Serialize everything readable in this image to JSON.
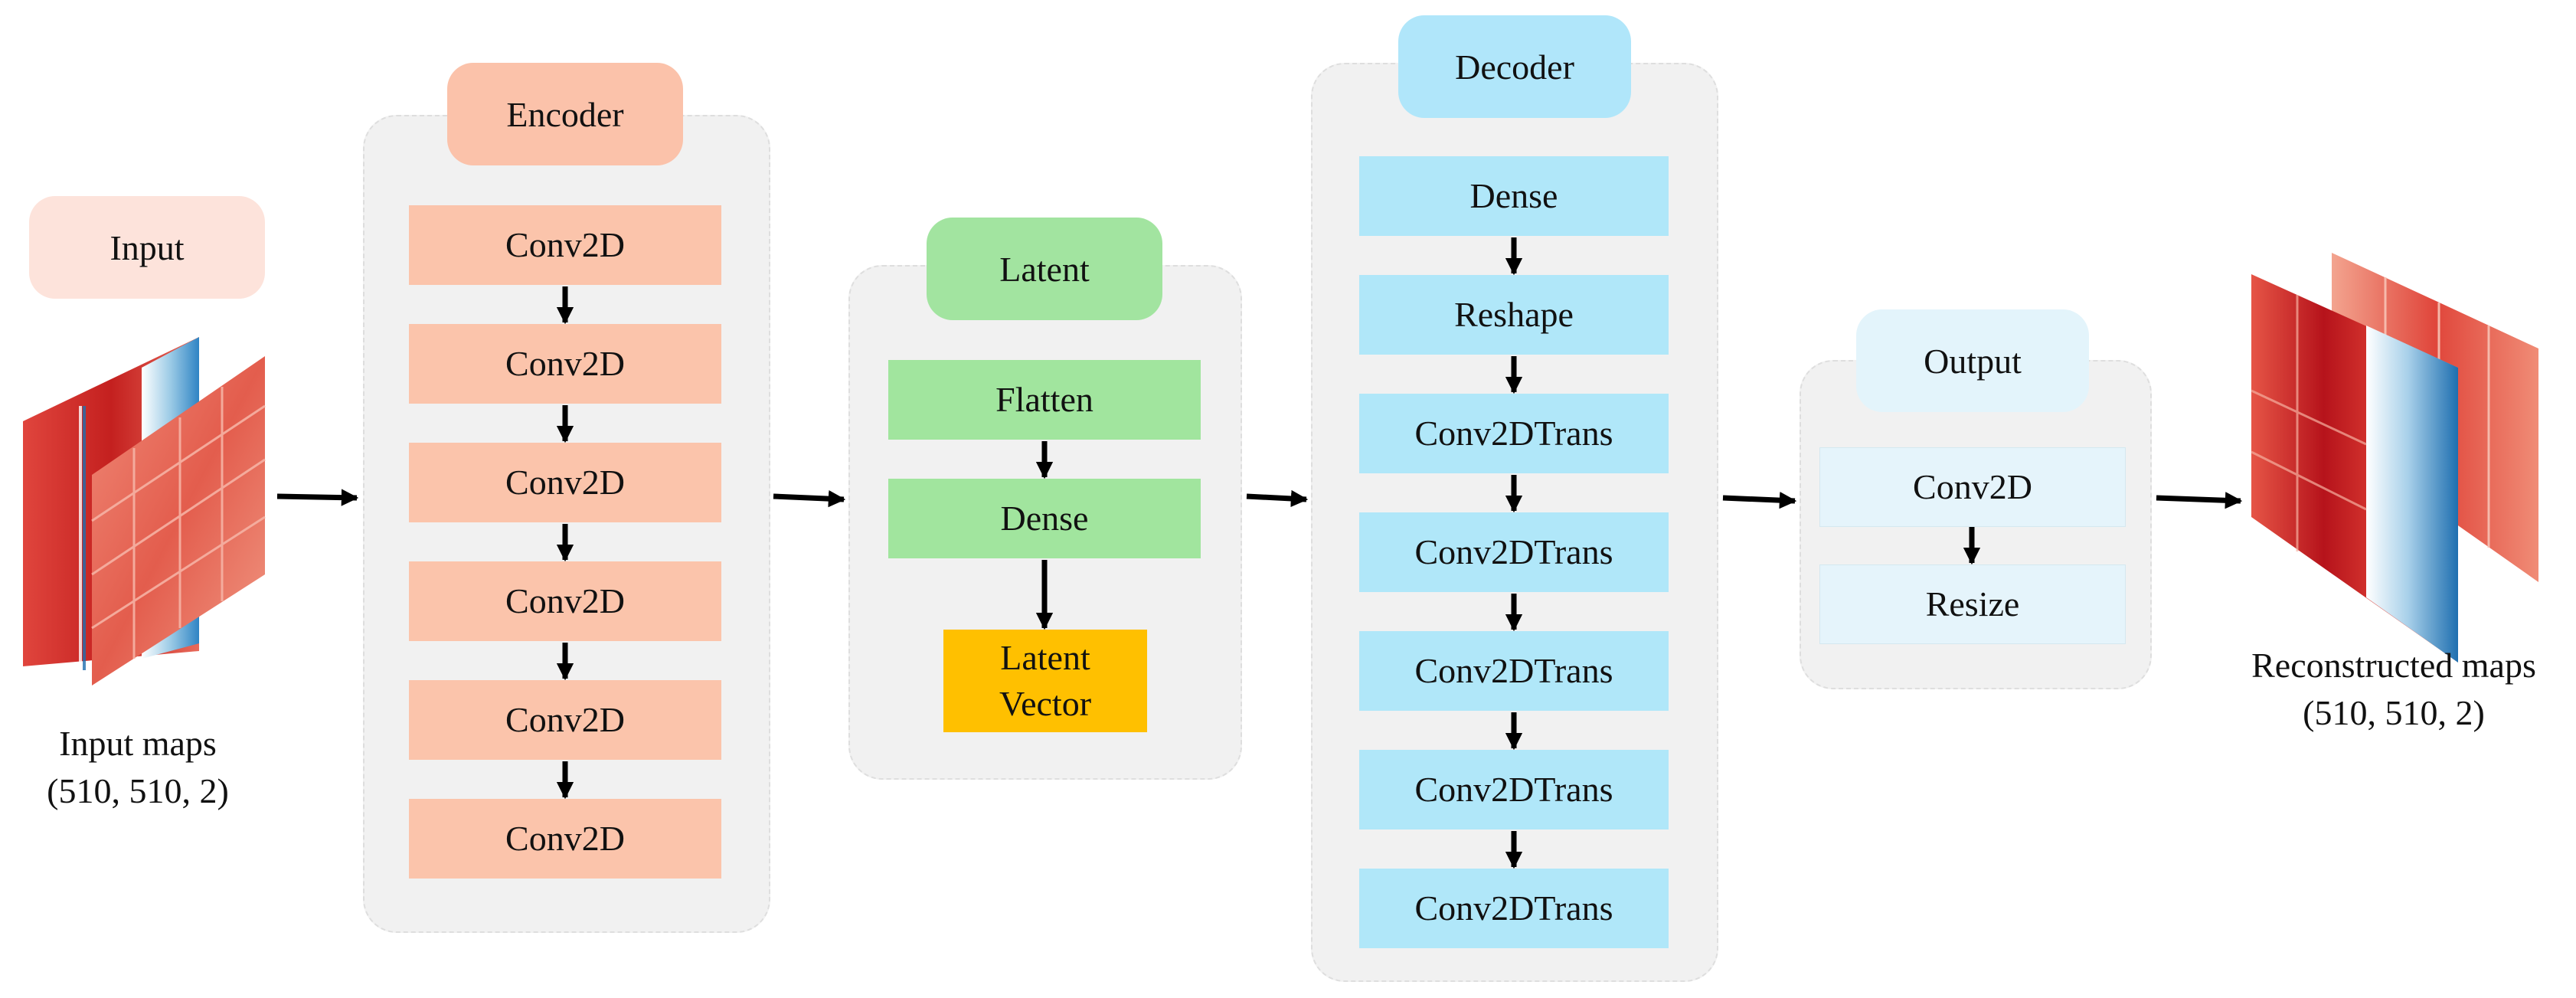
{
  "input": {
    "header": "Input",
    "caption_line1": "Input maps",
    "caption_line2": "(510, 510, 2)"
  },
  "encoder": {
    "header": "Encoder",
    "layers": [
      "Conv2D",
      "Conv2D",
      "Conv2D",
      "Conv2D",
      "Conv2D",
      "Conv2D"
    ]
  },
  "latent": {
    "header": "Latent",
    "layers": [
      "Flatten",
      "Dense"
    ],
    "vector_line1": "Latent",
    "vector_line2": "Vector"
  },
  "decoder": {
    "header": "Decoder",
    "layers": [
      "Dense",
      "Reshape",
      "Conv2DTrans",
      "Conv2DTrans",
      "Conv2DTrans",
      "Conv2DTrans",
      "Conv2DTrans"
    ]
  },
  "output": {
    "header": "Output",
    "layers": [
      "Conv2D",
      "Resize"
    ],
    "caption_line1": "Reconstructed maps",
    "caption_line2": "(510, 510, 2)"
  },
  "colors": {
    "encoder": "#fbc4ab",
    "latent": "#a1e59e",
    "latent_vector": "#ffc000",
    "decoder": "#b0e7f9",
    "output": "#e5f4fb",
    "input": "#fde3db",
    "panel": "#f1f1f1",
    "heatmap_red": "#d9362f",
    "heatmap_blue": "#2f84c4"
  }
}
